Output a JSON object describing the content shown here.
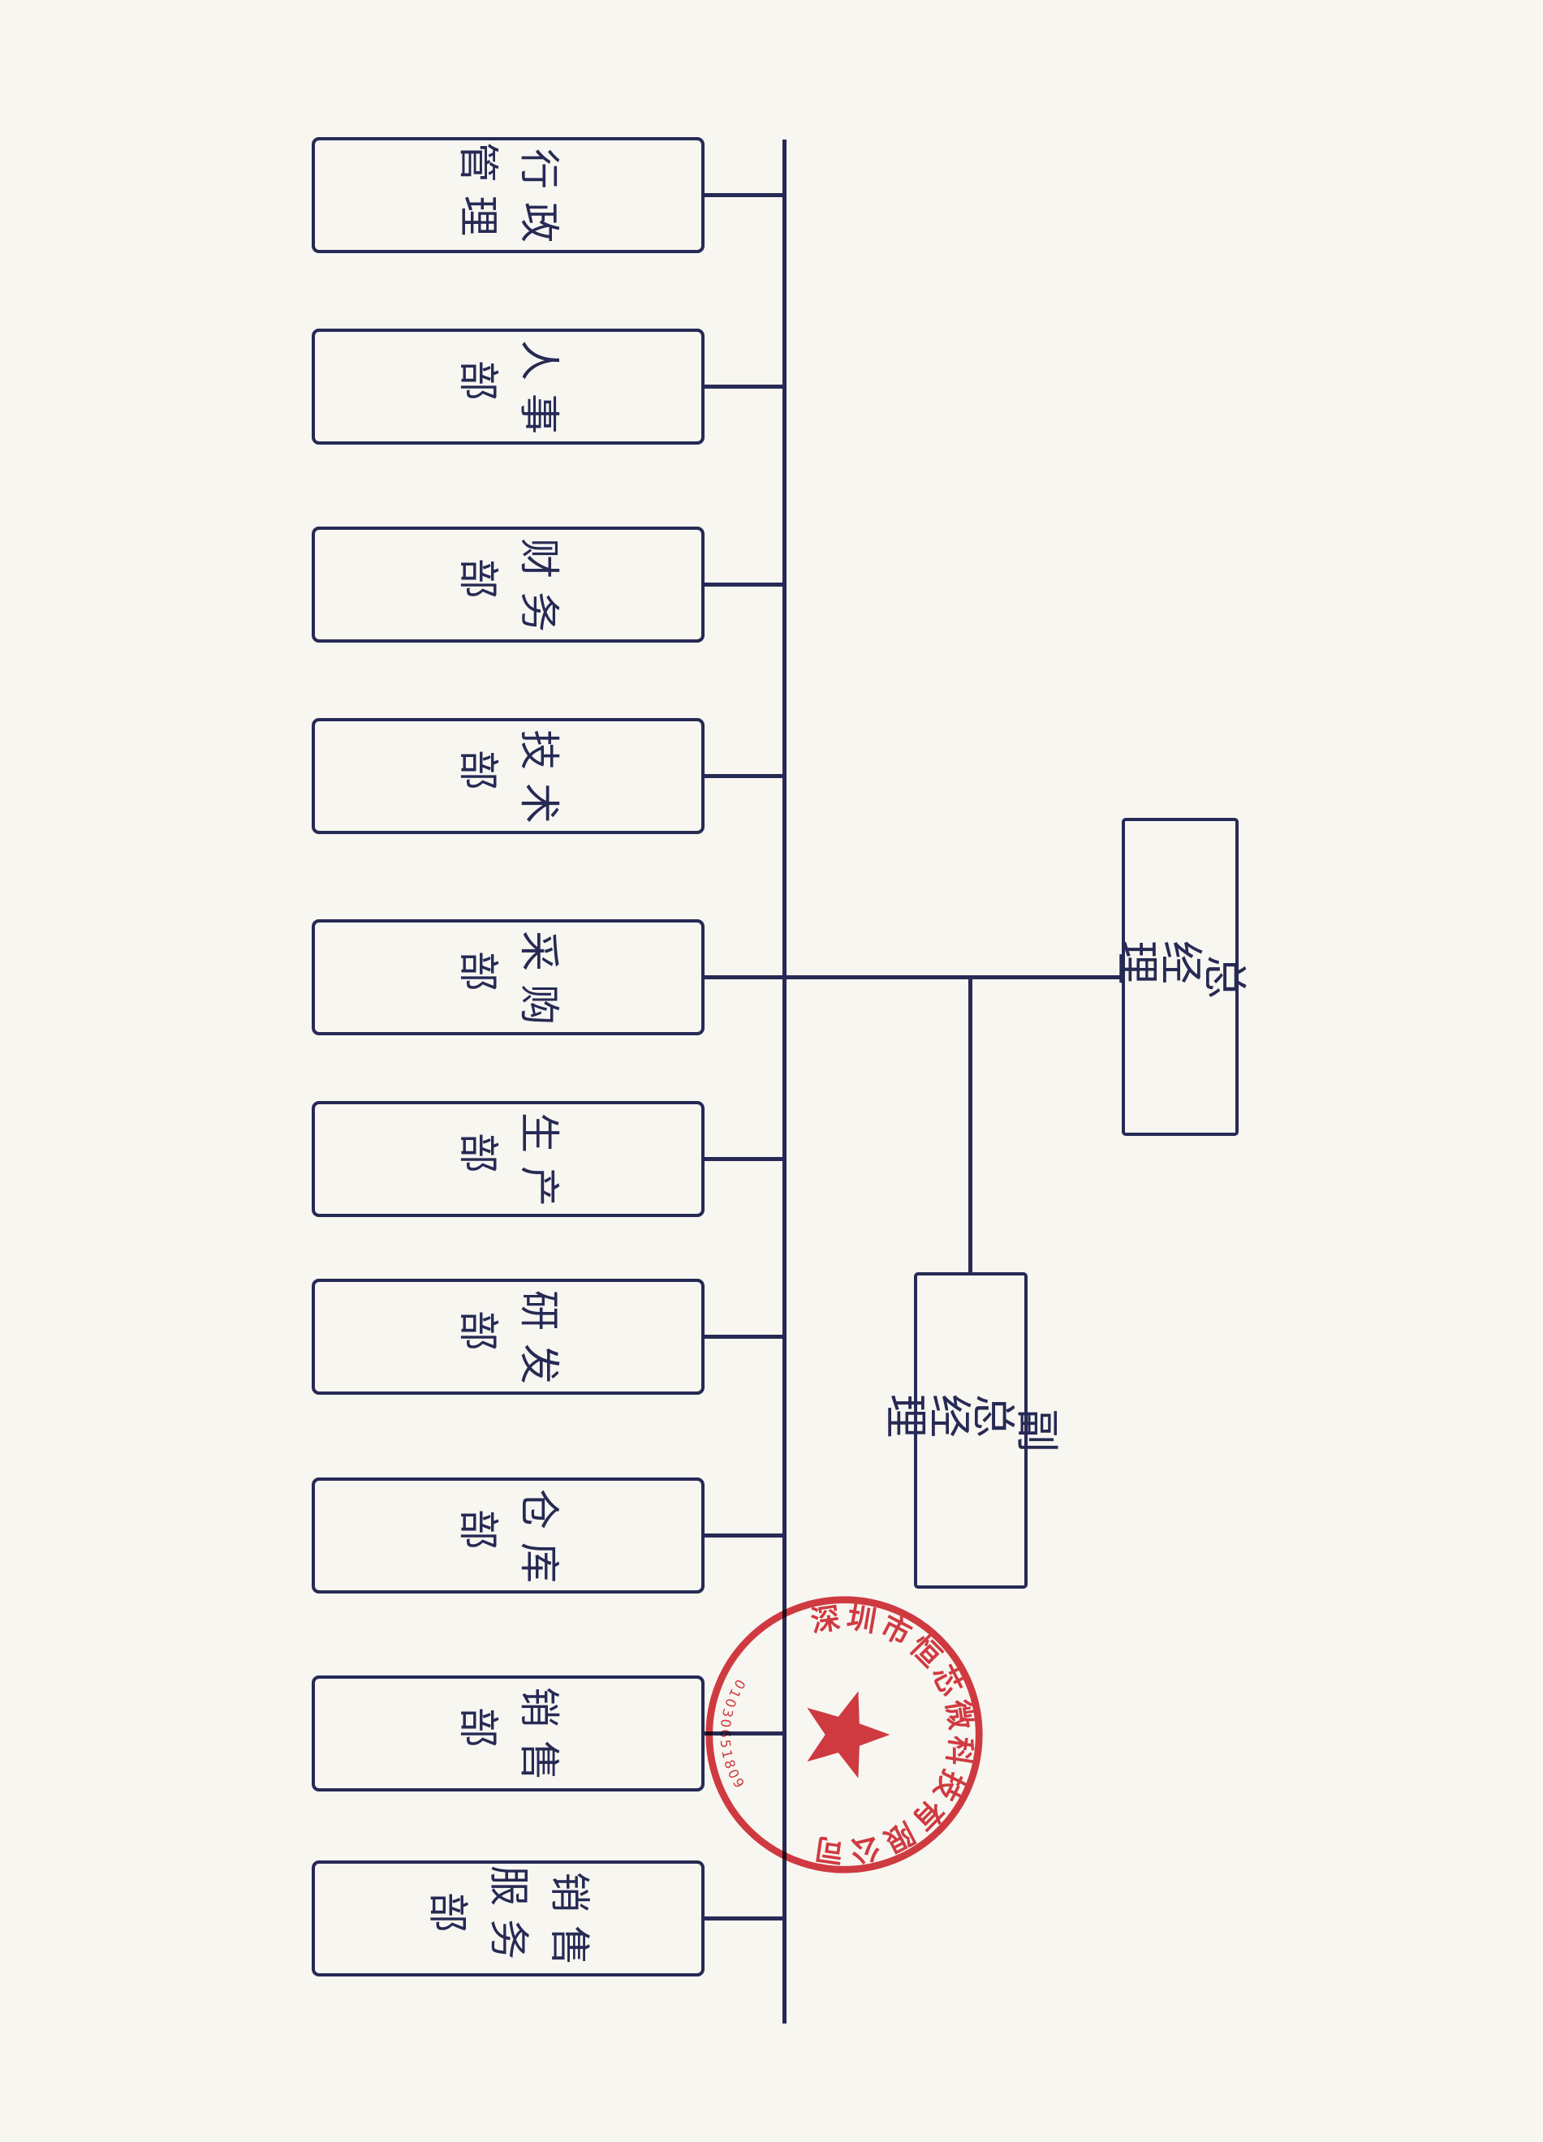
{
  "page": {
    "background_color": "#f8f6f1",
    "line_color": "#262a54",
    "document_type": "organization-chart"
  },
  "org": {
    "general_manager": "总经理",
    "deputy_general_manager": "副总经理",
    "departments": [
      {
        "name": "行政管理",
        "display": "行政\n管理"
      },
      {
        "name": "人事部",
        "display": "人事\n部"
      },
      {
        "name": "财务部",
        "display": "财务\n部"
      },
      {
        "name": "技术部",
        "display": "技术\n部"
      },
      {
        "name": "采购部",
        "display": "采购\n部"
      },
      {
        "name": "生产部",
        "display": "生产\n部"
      },
      {
        "name": "研发部",
        "display": "研发\n部"
      },
      {
        "name": "仓库部",
        "display": "仓库\n部"
      },
      {
        "name": "销售部",
        "display": "销售\n部"
      },
      {
        "name": "销售服务部",
        "display": "销售\n服务\n部"
      }
    ],
    "hierarchy_note": "总经理 → 副总经理 → 各部门"
  },
  "stamp": {
    "company_name": "深圳市恒芯微科技有限公司",
    "serial_number": "01030651809",
    "color": "#d0212a"
  }
}
